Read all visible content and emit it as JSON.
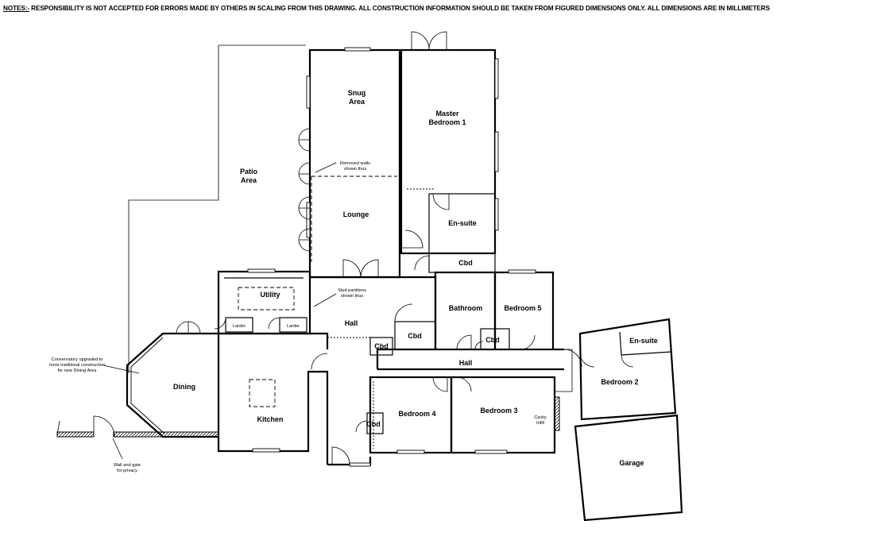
{
  "notes": {
    "label": "NOTES:-",
    "text": " RESPONSIBILITY IS NOT ACCEPTED FOR ERRORS MADE BY OTHERS IN SCALING FROM THIS DRAWING. ALL CONSTRUCTION INFORMATION SHOULD BE TAKEN FROM FIGURED DIMENSIONS ONLY. ALL DIMENSIONS ARE IN MILLIMETERS"
  },
  "rooms": {
    "snug_1": "Snug",
    "snug_2": "Area",
    "master_1": "Master",
    "master_2": "Bedroom 1",
    "patio_1": "Patio",
    "patio_2": "Area",
    "lounge": "Lounge",
    "ensuite_master": "En-suite",
    "cbd_master": "Cbd",
    "utility": "Utility",
    "larder_1": "Larder",
    "larder_2": "Larder",
    "hall_main": "Hall",
    "cbd_hall": "Cbd",
    "cbd_hall_small": "Cbd",
    "bathroom": "Bathroom",
    "bedroom5": "Bedroom 5",
    "cbd_bed5": "Cbd",
    "hall_corridor": "Hall",
    "dining": "Dining",
    "kitchen": "Kitchen",
    "bedroom4": "Bedroom 4",
    "bedroom3": "Bedroom 3",
    "cbd_bed4": "Cbd",
    "bedroom2": "Bedroom 2",
    "ensuite_bed2": "En-suite",
    "garage": "Garage"
  },
  "annotations": {
    "removed_walls_1": "Removed walls",
    "removed_walls_2": "shown thus",
    "stud_1": "Stud partitions",
    "stud_2": "shown thus",
    "conservatory_1": "Conservatory upgraded to",
    "conservatory_2": "more traditional construction",
    "conservatory_3": "for new Dining Area",
    "cavity_1": "Cavity",
    "cavity_2": "Infill",
    "wall_gate_1": "Wall and gate",
    "wall_gate_2": "for privacy"
  }
}
